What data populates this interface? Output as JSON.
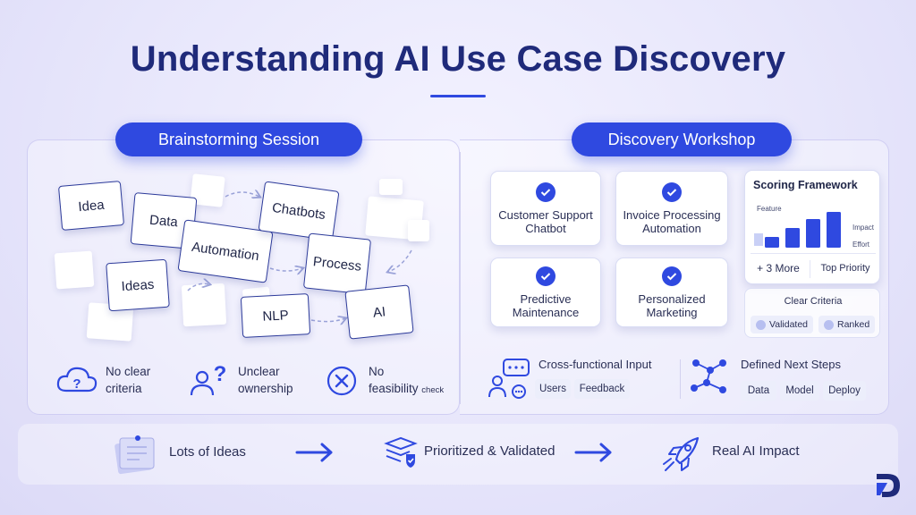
{
  "title": "Understanding AI Use Case Discovery",
  "left": {
    "pill": "Brainstorming Session",
    "notes": [
      "Idea",
      "Data",
      "Automation",
      "Chatbots",
      "Process",
      "Ideas",
      "NLP",
      "AI"
    ],
    "problems": [
      {
        "icon": "cloud-question-icon",
        "lines": [
          "No clear",
          "criteria"
        ]
      },
      {
        "icon": "person-question-icon",
        "lines": [
          "Unclear",
          "ownership"
        ]
      },
      {
        "icon": "x-circle-icon",
        "lines": [
          "No",
          "feasibility"
        ],
        "suffix": "check"
      }
    ]
  },
  "right": {
    "pill": "Discovery Workshop",
    "cards": [
      {
        "lines": [
          "Customer Support",
          "Chatbot"
        ]
      },
      {
        "lines": [
          "Invoice Processing",
          "Automation"
        ]
      },
      {
        "lines": [
          "Predictive",
          "Maintenance"
        ]
      },
      {
        "lines": [
          "Personalized",
          "Marketing"
        ]
      }
    ],
    "scoring": {
      "title": "Scoring Framework",
      "feature_label": "Feature",
      "impact_label": "Impact",
      "effort_label": "Effort",
      "bar_values": [
        0.3,
        0.55,
        0.8,
        1.0
      ],
      "more": "+ 3 More",
      "top": "Top Priority"
    },
    "criteria": {
      "title": "Clear Criteria",
      "chips": [
        "Validated",
        "Ranked"
      ]
    },
    "cross": {
      "title": "Cross-functional Input",
      "tags": [
        "Users",
        "Feedback"
      ]
    },
    "next": {
      "title": "Defined Next Steps",
      "tags": [
        "Data",
        "Model",
        "Deploy"
      ]
    }
  },
  "flow": {
    "steps": [
      "Lots of Ideas",
      "Prioritized & Validated",
      "Real AI Impact"
    ]
  },
  "colors": {
    "accent": "#2f49e0",
    "title": "#1f2a7a"
  }
}
